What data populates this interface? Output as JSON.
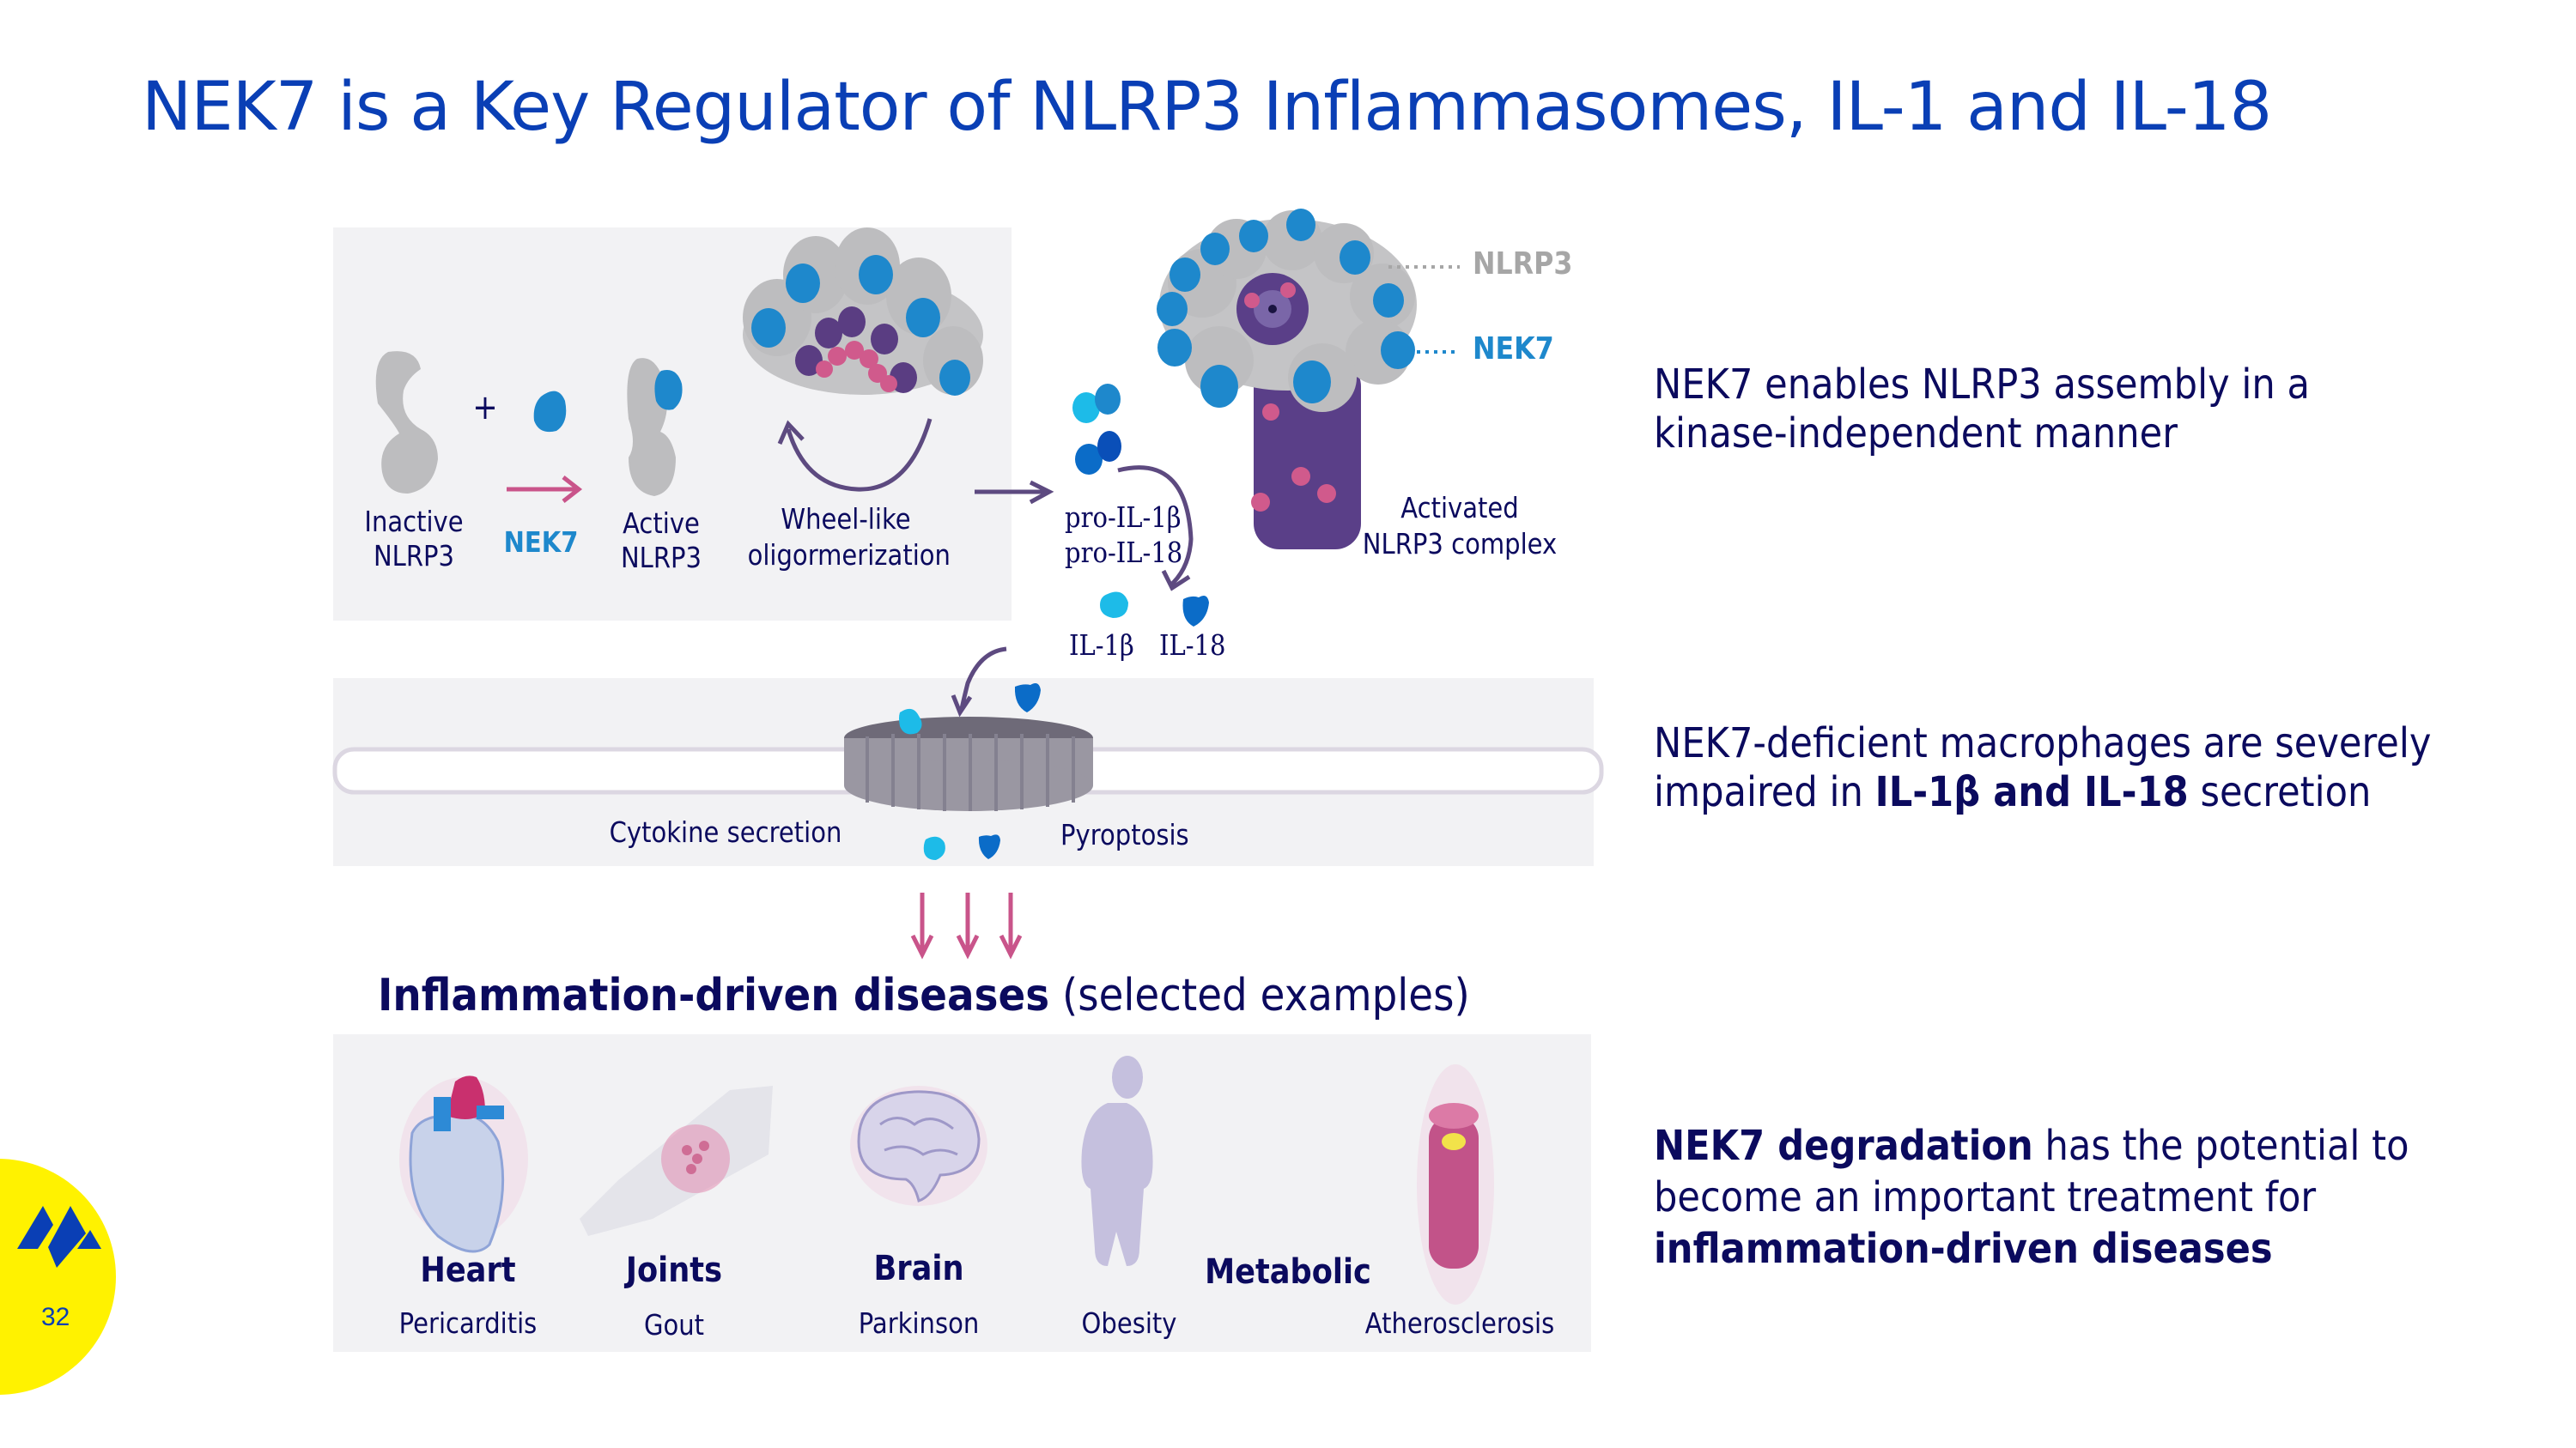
{
  "slide": {
    "title": "NEK7 is a Key Regulator of NLRP3 Inflammasomes, IL-1 and IL-18",
    "page_number": "32",
    "logo": "company-logo-icon"
  },
  "colors": {
    "title_blue": "#0a3fb5",
    "text_navy": "#0b0a5e",
    "nek7_blue": "#1e88cc",
    "nlrp3_gray": "#a6a6a6",
    "arrow_pink": "#c9548a",
    "arrow_purple": "#5d4a80",
    "panel_bg": "#f2f2f4",
    "badge_yellow": "#fff200"
  },
  "diagram": {
    "activation_panel": {
      "inactive_label_1": "Inactive",
      "inactive_label_2": "NLRP3",
      "plus": "+",
      "arrow_label": "NEK7",
      "active_label_1": "Active",
      "active_label_2": "NLRP3",
      "oligo_label_1": "Wheel-like",
      "oligo_label_2": "oligormerization"
    },
    "complex": {
      "nlrp3_callout": "NLRP3",
      "nek7_callout": "NEK7",
      "label_1": "Activated",
      "label_2": "NLRP3 complex"
    },
    "cytokines": {
      "pro_il1b": "pro-IL-1β",
      "pro_il18": "pro-IL-18",
      "il1b": "IL-1β",
      "il18": "IL-18"
    },
    "membrane": {
      "left_label": "Cytokine secretion",
      "right_label": "Pyroptosis"
    },
    "diseases_heading": {
      "bold": "Inflammation-driven diseases",
      "normal": "(selected examples)"
    },
    "diseases": [
      {
        "category": "Heart",
        "example": "Pericarditis",
        "icon": "heart-icon"
      },
      {
        "category": "Joints",
        "example": "Gout",
        "icon": "foot-joint-icon"
      },
      {
        "category": "Brain",
        "example": "Parkinson",
        "icon": "brain-icon"
      },
      {
        "category": "",
        "example": "Obesity",
        "icon": "body-silhouette-icon"
      },
      {
        "category": "Metabolic",
        "example": "",
        "icon": ""
      },
      {
        "category": "",
        "example": "Atherosclerosis",
        "icon": "artery-icon"
      }
    ]
  },
  "side_points": [
    {
      "pre": "",
      "bold1": "",
      "line1": "NEK7 enables NLRP3 assembly in a",
      "line2": "kinase-independent manner"
    },
    {
      "line1": "NEK7-deficient macrophages are severely",
      "line2_pre": "impaired in ",
      "line2_bold": "IL-1β and IL-18",
      "line2_post": " secretion"
    },
    {
      "line1_bold": "NEK7 degradation",
      "line1_post": " has the potential to",
      "line2": "become an important treatment for",
      "line3_bold": "inflammation-driven diseases"
    }
  ]
}
